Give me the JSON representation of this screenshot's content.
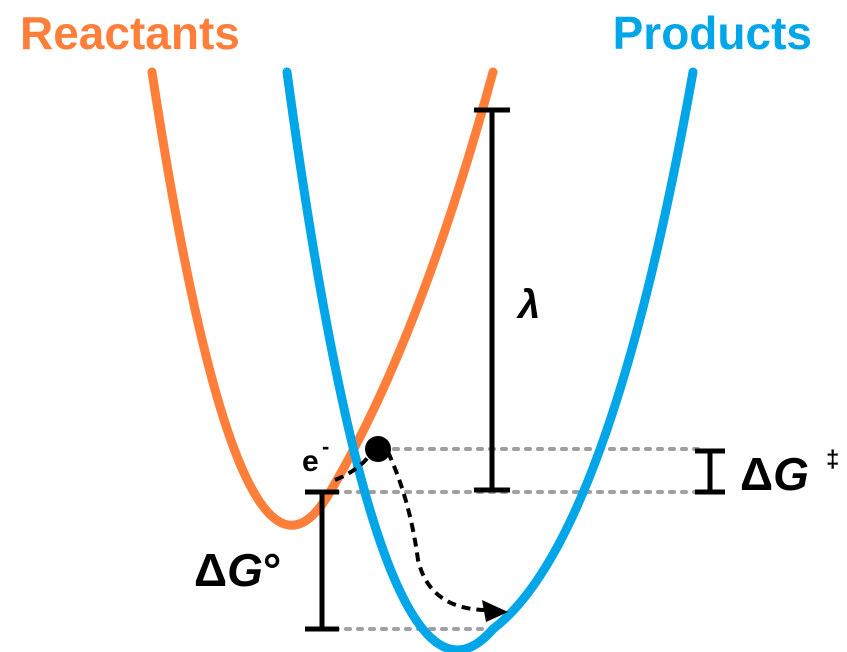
{
  "labels": {
    "reactants": "Reactants",
    "products": "Products",
    "lambda": "λ",
    "delta_g_standard": {
      "delta": "Δ",
      "g": "G",
      "suffix": "°"
    },
    "delta_g_activation": {
      "delta": "Δ",
      "g": "G",
      "suffix": "‡"
    },
    "electron": {
      "base": "e",
      "charge": "-"
    }
  },
  "colors": {
    "reactants": "#FF7F3A",
    "products": "#00A6E8",
    "annotation": "#000000",
    "guide": "#A0A0A0"
  }
}
